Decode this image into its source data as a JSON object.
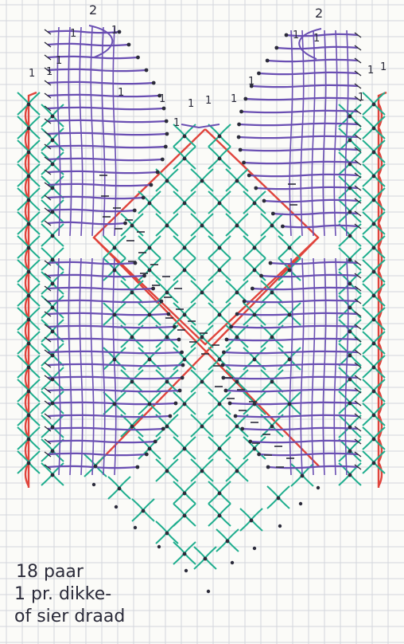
{
  "diagram": {
    "colors": {
      "paper": "#fbfbf8",
      "grid": "#d3d6dc",
      "worker_pair": "#6a4fb3",
      "ground_pairs": "#1fae8e",
      "gimp_thread": "#e0443c",
      "pin": "#2b2b3a",
      "ink": "#2b2b3a"
    },
    "pair_labels": [
      "2",
      "2"
    ],
    "single_pair_marks": [
      "1",
      "1",
      "1",
      "1",
      "1",
      "1",
      "1",
      "1",
      "1",
      "1",
      "1",
      "1",
      "1",
      "1",
      "1",
      "1",
      "1"
    ],
    "note_lines": [
      "18 paar",
      "1 pr. dikke-",
      "of sier draad"
    ]
  }
}
